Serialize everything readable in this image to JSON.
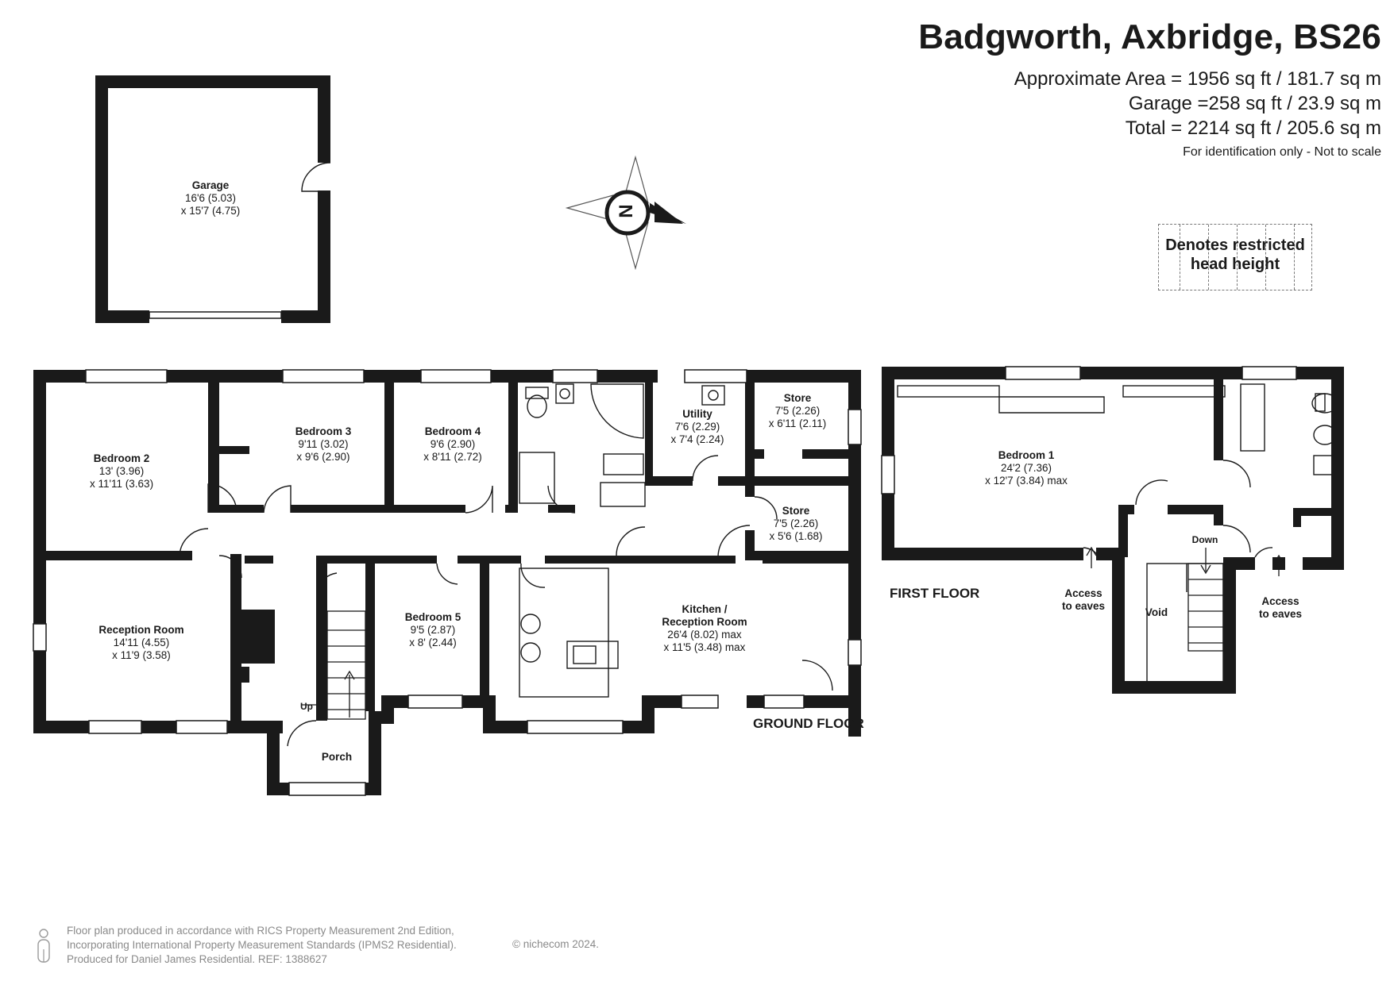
{
  "header": {
    "title": "Badgworth, Axbridge, BS26",
    "area_lines": [
      "Approximate Area = 1956 sq ft / 181.7 sq m",
      "Garage =258 sq ft / 23.9 sq m",
      "Total = 2214 sq ft / 205.6 sq m"
    ],
    "note": "For identification only - Not to scale"
  },
  "legend": {
    "line1": "Denotes restricted",
    "line2": "head height"
  },
  "compass": {
    "letter": "N"
  },
  "rooms": {
    "garage": {
      "name": "Garage",
      "dim1": "16'6 (5.03)",
      "dim2": "x 15'7 (4.75)"
    },
    "bedroom2": {
      "name": "Bedroom 2",
      "dim1": "13' (3.96)",
      "dim2": "x 11'11 (3.63)"
    },
    "bedroom3": {
      "name": "Bedroom 3",
      "dim1": "9'11 (3.02)",
      "dim2": "x 9'6 (2.90)"
    },
    "bedroom4": {
      "name": "Bedroom 4",
      "dim1": "9'6 (2.90)",
      "dim2": "x 8'11 (2.72)"
    },
    "utility": {
      "name": "Utility",
      "dim1": "7'6 (2.29)",
      "dim2": "x 7'4 (2.24)"
    },
    "store1": {
      "name": "Store",
      "dim1": "7'5 (2.26)",
      "dim2": "x 6'11 (2.11)"
    },
    "store2": {
      "name": "Store",
      "dim1": "7'5 (2.26)",
      "dim2": "x 5'6 (1.68)"
    },
    "reception": {
      "name": "Reception Room",
      "dim1": "14'11 (4.55)",
      "dim2": "x 11'9 (3.58)"
    },
    "bedroom5": {
      "name": "Bedroom 5",
      "dim1": "9'5 (2.87)",
      "dim2": "x 8' (2.44)"
    },
    "kitchen": {
      "name": "Kitchen /",
      "name2": "Reception Room",
      "dim1": "26'4 (8.02) max",
      "dim2": "x 11'5 (3.48) max"
    },
    "porch": {
      "name": "Porch"
    },
    "bedroom1": {
      "name": "Bedroom 1",
      "dim1": "24'2 (7.36)",
      "dim2": "x 12'7 (3.84) max"
    },
    "void": {
      "name": "Void"
    }
  },
  "markers": {
    "up": "Up",
    "down": "Down",
    "eaves1": {
      "l1": "Access",
      "l2": "to eaves"
    },
    "eaves2": {
      "l1": "Access",
      "l2": "to eaves"
    }
  },
  "floors": {
    "ground": "GROUND FLOOR",
    "first": "FIRST FLOOR"
  },
  "footer": {
    "lines": [
      "Floor plan produced in accordance with RICS Property Measurement 2nd Edition,",
      "Incorporating International Property Measurement Standards (IPMS2 Residential).",
      "Produced for Daniel James Residential.   REF:  1388627"
    ],
    "copyright": "© nichecom 2024."
  }
}
